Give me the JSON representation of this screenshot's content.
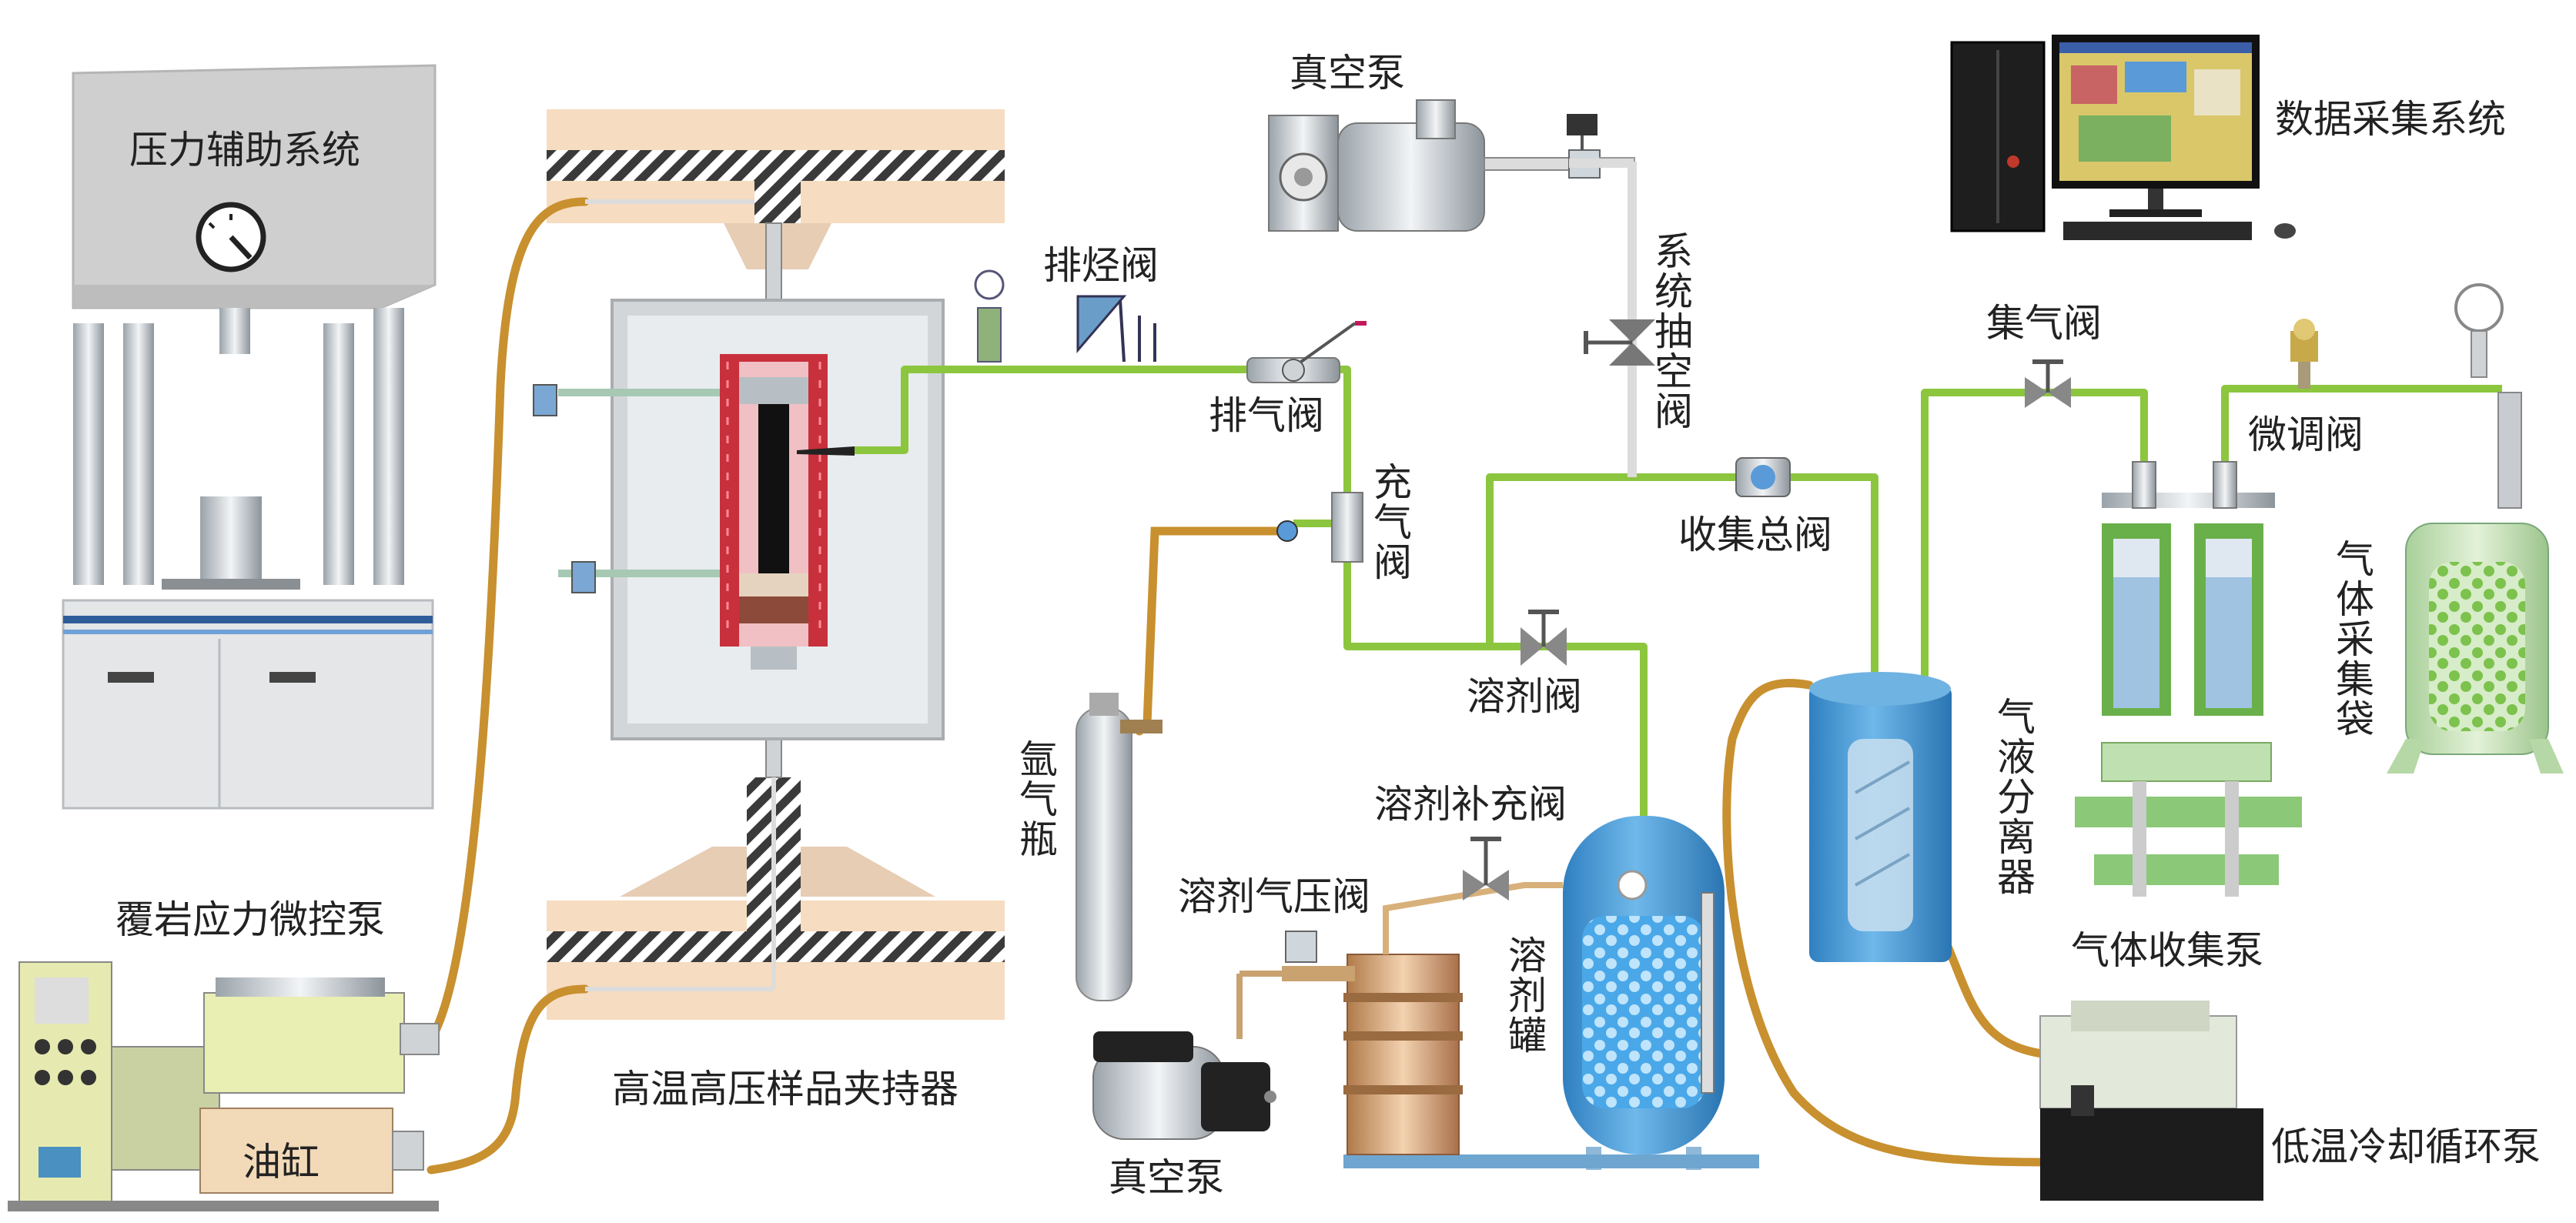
{
  "labels": {
    "pressure_system": "压力辅助系统",
    "vacuum_pump_top": "真空泵",
    "data_acquisition": "数据采集系统",
    "hydrocarbon_vent_valve": "排烃阀",
    "system_vacuum_valve": "系统抽空阀",
    "exhaust_valve": "排气阀",
    "gas_fill_valve": "充气阀",
    "collection_main_valve": "收集总阀",
    "gas_collect_valve": "集气阀",
    "fine_adjust_valve": "微调阀",
    "gas_bag": "气体采集袋",
    "solvent_valve": "溶剂阀",
    "argon_cylinder": "氩气瓶",
    "gas_liquid_separator": "气液分离器",
    "solvent_refill_valve": "溶剂补充阀",
    "solvent_pressure_valve": "溶剂气压阀",
    "solvent_tank": "溶剂罐",
    "gas_collect_pump": "气体收集泵",
    "overburden_pump": "覆岩应力微控泵",
    "oil_cylinder": "油缸",
    "sample_holder": "高温高压样品夹持器",
    "vacuum_pump_bottom": "真空泵",
    "chiller": "低温冷却循环泵"
  },
  "colors": {
    "gas_line": "#8cc63f",
    "oil_line": "#c8902f",
    "heater": "#c8303c",
    "tank_blue": "#3f9ad8",
    "holder_bg": "#dfe3e6",
    "platen": "#f6dcc0",
    "frame_gray": "#d9d9d9"
  }
}
